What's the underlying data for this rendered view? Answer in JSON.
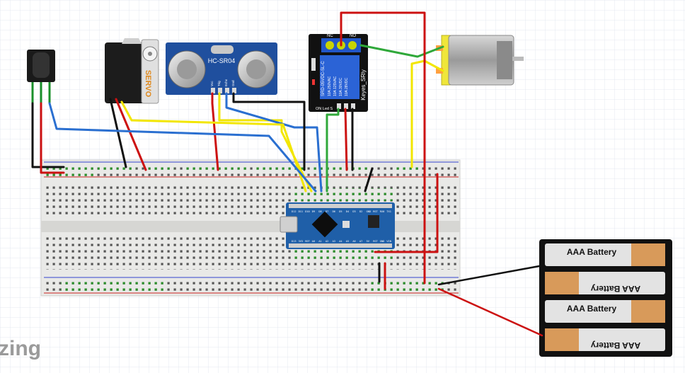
{
  "labels": {
    "servo": "SERVO",
    "ultrasonic": "HC-SR04",
    "ultrasonic_pins": [
      "Vcc",
      "Trig",
      "Echo",
      "Gnd"
    ],
    "relay_module": "Keyes_SRly",
    "relay_terminals": [
      "NC",
      "NO"
    ],
    "relay_pins_text": "ON Led S",
    "relay_rating_lines": [
      "10A 250VAC",
      "10A 125VAC",
      "10A 30VDC",
      "10A 28VDC"
    ],
    "relay_model": "SRD-05VDC-SL-C",
    "battery_label": "AAA Battery",
    "fritzing_wordmark": "zing",
    "nano_top_pins": [
      "D12",
      "D11",
      "D10",
      "D9",
      "D8",
      "D7",
      "D6",
      "D5",
      "D4",
      "D3",
      "D2",
      "GND",
      "RST",
      "RX0",
      "TX1"
    ],
    "nano_bottom_pins": [
      "D13",
      "3V3",
      "REF",
      "A0",
      "A1",
      "A2",
      "A3",
      "A4",
      "A5",
      "A6",
      "A7",
      "5V",
      "RST",
      "GND",
      "VIN"
    ]
  },
  "colors": {
    "wire_red": "#cc1111",
    "wire_black": "#111111",
    "wire_yellow": "#f2e600",
    "wire_blue": "#2a6fd0",
    "wire_green": "#2fa83a",
    "nano_board": "#1f5fa8",
    "battery_gold": "#d89a5a",
    "breadboard": "#e9e9e7"
  },
  "icons": [
    "ir-receiver-icon",
    "servo-icon",
    "ultrasonic-sensor-icon",
    "relay-module-icon",
    "dc-motor-icon",
    "arduino-nano-icon",
    "battery-pack-icon",
    "breadboard-icon"
  ]
}
